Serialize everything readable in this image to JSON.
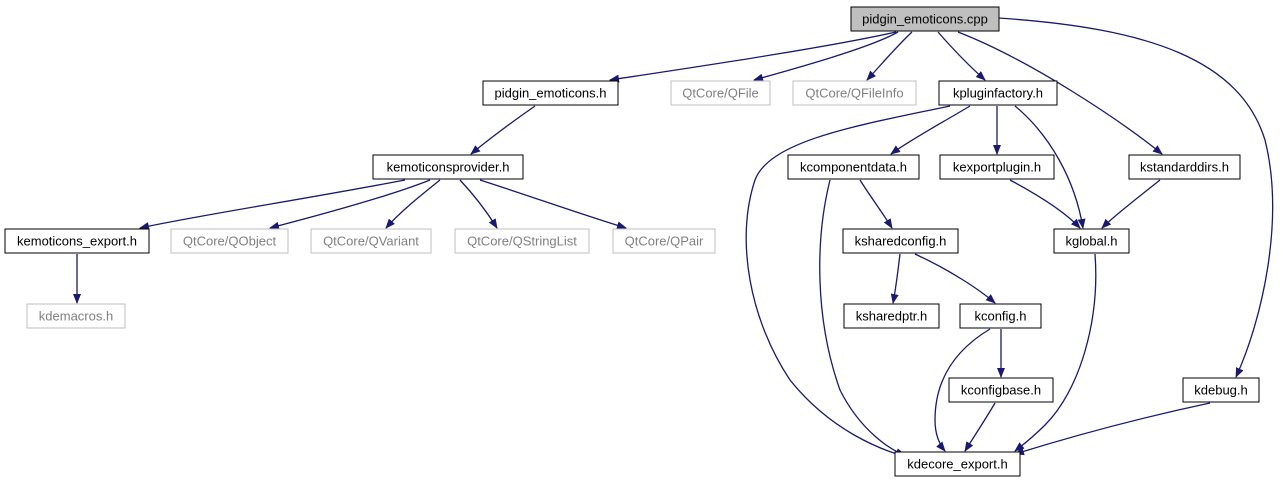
{
  "colors": {
    "edge": "#191970",
    "node_border": "#000000",
    "external_border": "#bfbfbf",
    "external_text": "#808080",
    "text": "#000000",
    "root_fill": "#bfbfbf"
  },
  "nodes": [
    {
      "id": "root",
      "label": "pidgin_emoticons.cpp",
      "kind": "root"
    },
    {
      "id": "pidgin_h",
      "label": "pidgin_emoticons.h",
      "kind": "normal"
    },
    {
      "id": "qfile",
      "label": "QtCore/QFile",
      "kind": "external"
    },
    {
      "id": "qfileinfo",
      "label": "QtCore/QFileInfo",
      "kind": "external"
    },
    {
      "id": "kpluginfactory",
      "label": "kpluginfactory.h",
      "kind": "normal"
    },
    {
      "id": "kemoticonsprovider",
      "label": "kemoticonsprovider.h",
      "kind": "normal"
    },
    {
      "id": "kcomponentdata",
      "label": "kcomponentdata.h",
      "kind": "normal"
    },
    {
      "id": "kexportplugin",
      "label": "kexportplugin.h",
      "kind": "normal"
    },
    {
      "id": "kstandarddirs",
      "label": "kstandarddirs.h",
      "kind": "normal"
    },
    {
      "id": "kemoticons_export",
      "label": "kemoticons_export.h",
      "kind": "normal"
    },
    {
      "id": "qobject",
      "label": "QtCore/QObject",
      "kind": "external"
    },
    {
      "id": "qvariant",
      "label": "QtCore/QVariant",
      "kind": "external"
    },
    {
      "id": "qstringlist",
      "label": "QtCore/QStringList",
      "kind": "external"
    },
    {
      "id": "qpair",
      "label": "QtCore/QPair",
      "kind": "external"
    },
    {
      "id": "ksharedconfig",
      "label": "ksharedconfig.h",
      "kind": "normal"
    },
    {
      "id": "kglobal",
      "label": "kglobal.h",
      "kind": "normal"
    },
    {
      "id": "kdemacros",
      "label": "kdemacros.h",
      "kind": "external"
    },
    {
      "id": "ksharedptr",
      "label": "ksharedptr.h",
      "kind": "normal"
    },
    {
      "id": "kconfig",
      "label": "kconfig.h",
      "kind": "normal"
    },
    {
      "id": "kconfigbase",
      "label": "kconfigbase.h",
      "kind": "normal"
    },
    {
      "id": "kdebug",
      "label": "kdebug.h",
      "kind": "normal"
    },
    {
      "id": "kdecore_export",
      "label": "kdecore_export.h",
      "kind": "normal"
    }
  ],
  "edges": [
    [
      "root",
      "pidgin_h"
    ],
    [
      "root",
      "qfile"
    ],
    [
      "root",
      "qfileinfo"
    ],
    [
      "root",
      "kpluginfactory"
    ],
    [
      "root",
      "kstandarddirs"
    ],
    [
      "root",
      "kdebug"
    ],
    [
      "pidgin_h",
      "kemoticonsprovider"
    ],
    [
      "kemoticonsprovider",
      "kemoticons_export"
    ],
    [
      "kemoticonsprovider",
      "qobject"
    ],
    [
      "kemoticonsprovider",
      "qvariant"
    ],
    [
      "kemoticonsprovider",
      "qstringlist"
    ],
    [
      "kemoticonsprovider",
      "qpair"
    ],
    [
      "kemoticons_export",
      "kdemacros"
    ],
    [
      "kpluginfactory",
      "kcomponentdata"
    ],
    [
      "kpluginfactory",
      "kexportplugin"
    ],
    [
      "kpluginfactory",
      "kglobal"
    ],
    [
      "kpluginfactory",
      "kdecore_export"
    ],
    [
      "kcomponentdata",
      "ksharedconfig"
    ],
    [
      "kcomponentdata",
      "kdecore_export"
    ],
    [
      "kexportplugin",
      "kglobal"
    ],
    [
      "kstandarddirs",
      "kglobal"
    ],
    [
      "ksharedconfig",
      "ksharedptr"
    ],
    [
      "ksharedconfig",
      "kconfig"
    ],
    [
      "kconfig",
      "kconfigbase"
    ],
    [
      "kconfig",
      "kdecore_export"
    ],
    [
      "kconfigbase",
      "kdecore_export"
    ],
    [
      "kglobal",
      "kdecore_export"
    ],
    [
      "kdebug",
      "kdecore_export"
    ]
  ]
}
